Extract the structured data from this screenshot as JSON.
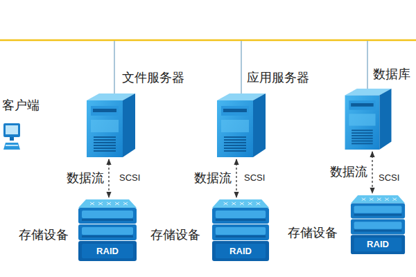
{
  "diagram": {
    "nodes": [
      {
        "text": [
          "客户端"
        ]
      },
      {
        "text": [
          "文件服务器"
        ]
      },
      {
        "text": [
          "存储设备",
          "RAID"
        ]
      },
      {
        "text": [
          "应用服务器"
        ]
      },
      {
        "text": [
          "存储设备",
          "RAID"
        ]
      },
      {
        "text": [
          "数据库"
        ]
      },
      {
        "text": [
          "存储设备",
          "RAID"
        ]
      }
    ],
    "edges": [
      {
        "from": 1,
        "to": 2,
        "arrow": "both",
        "label": "数据流"
      },
      {
        "from": 3,
        "to": 4,
        "arrow": "both",
        "label": "数据流"
      },
      {
        "from": 5,
        "to": 6,
        "arrow": "both",
        "label": "数据流"
      }
    ],
    "labels": [
      "SCSI",
      "SCSI",
      "SCSI"
    ]
  }
}
